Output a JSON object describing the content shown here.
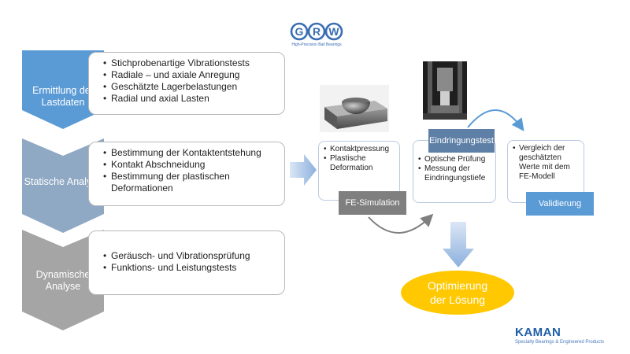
{
  "logo": {
    "letters": [
      "G",
      "R",
      "W"
    ],
    "subtitle": "High-Precision Ball Bearings",
    "color": "#3a6db3"
  },
  "phases": [
    {
      "title": "Ermittlung der Lastdaten",
      "color": "#5b9bd5",
      "bullets": [
        "Stichprobenartige Vibrationstests",
        "Radiale – und axiale Anregung",
        "Geschätzte Lagerbelastungen",
        "Radial und axial Lasten"
      ]
    },
    {
      "title": "Statische Analyse",
      "color": "#8fa8c3",
      "bullets": [
        "Bestimmung der Kontaktentstehung",
        "Kontakt Abschneidung",
        "Bestimmung der plastischen Deformationen"
      ]
    },
    {
      "title": "Dynamische Analyse",
      "color": "#a5a5a5",
      "bullets": [
        "Geräusch- und Vibrationsprüfung",
        "Funktions- und Leistungstests"
      ]
    }
  ],
  "process": {
    "fe_simulation": {
      "label": "FE-Simulation",
      "bullets": [
        "Kontaktpressung",
        "Plastische Deformation"
      ]
    },
    "eindringungstest": {
      "label": "Eindringungstest",
      "bullets": [
        "Optische Prüfung",
        "Messung der Eindringungstiefe"
      ]
    },
    "validierung": {
      "label": "Validierung",
      "bullets": [
        "Vergleich der geschätzten Werte mit dem FE-Modell"
      ]
    }
  },
  "result": {
    "label": "Optimierung der Lösung",
    "color": "#ffc800"
  },
  "footer": {
    "brand": "KAMAN",
    "tagline": "Specialty Bearings & Engineered Products",
    "color": "#1d5da8"
  }
}
